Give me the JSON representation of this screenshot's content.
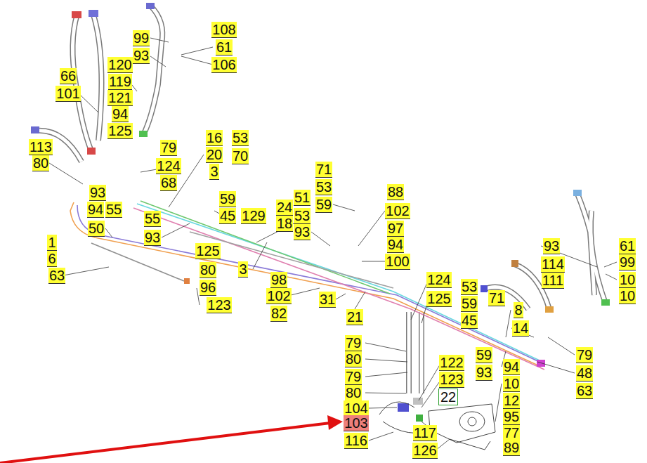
{
  "diagram": {
    "labels": [
      "99",
      "93",
      "108",
      "61",
      "106",
      "66",
      "101",
      "120",
      "119",
      "121",
      "94",
      "125",
      "113",
      "80",
      "79",
      "124",
      "68",
      "16",
      "20",
      "3",
      "53",
      "70",
      "59",
      "45",
      "93",
      "94",
      "55",
      "55",
      "93",
      "129",
      "50",
      "1",
      "6",
      "63",
      "24",
      "18",
      "51",
      "53",
      "93",
      "71",
      "53",
      "59",
      "125",
      "80",
      "3",
      "96",
      "123",
      "88",
      "102",
      "97",
      "94",
      "100",
      "98",
      "102",
      "82",
      "31",
      "21",
      "124",
      "125",
      "53",
      "59",
      "45",
      "71",
      "93",
      "114",
      "111",
      "8",
      "14",
      "61",
      "99",
      "10",
      "10",
      "79",
      "80",
      "79",
      "80",
      "104",
      "103",
      "116",
      "122",
      "123",
      "59",
      "93",
      "22",
      "94",
      "10",
      "12",
      "95",
      "77",
      "89",
      "79",
      "48",
      "63",
      "117",
      "126"
    ]
  }
}
